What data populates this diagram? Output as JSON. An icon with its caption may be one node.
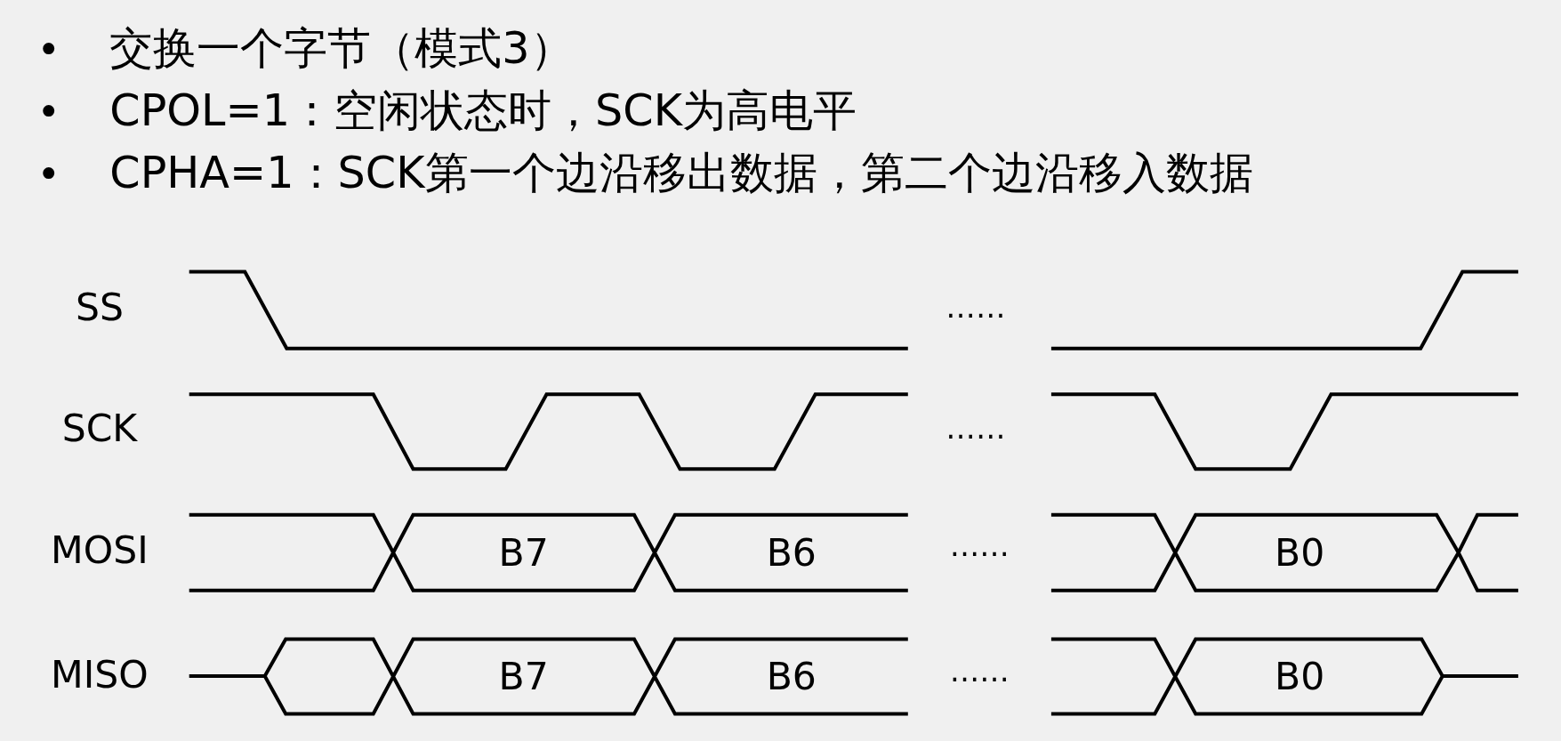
{
  "diagram": {
    "nodes": [
      {
        "text": [
          "B7"
        ]
      },
      {
        "text": [
          "B6"
        ]
      },
      {
        "text": [
          "B0"
        ]
      },
      {
        "text": [
          "B7"
        ]
      },
      {
        "text": [
          "B6"
        ]
      },
      {
        "text": [
          "B0"
        ]
      }
    ],
    "labels": [
      "•",
      "交换一个字节（模式3）",
      "•",
      "CPOL=1：空闲状态时，SCK为高电平",
      "•",
      "CPHA=1：SCK第一个边沿移出数据，第二个边沿移入数据",
      "SS",
      "……",
      "SCK",
      "……",
      "MOSI",
      "……",
      "MISO",
      "……"
    ]
  }
}
